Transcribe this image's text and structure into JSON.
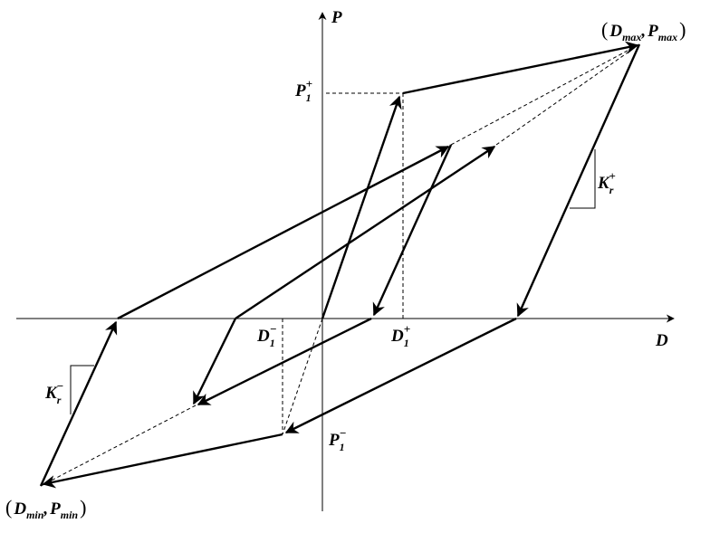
{
  "labels": {
    "axis_p": "P",
    "axis_d": "D",
    "p1_plus_base": "P",
    "p1_plus_sub": "1",
    "p1_plus_sup": "+",
    "p1_minus_base": "P",
    "p1_minus_sub": "1",
    "p1_minus_sup": "−",
    "d1_plus_base": "D",
    "d1_plus_sub": "1",
    "d1_plus_sup": "+",
    "d1_minus_base": "D",
    "d1_minus_sub": "1",
    "d1_minus_sup": "−",
    "kr_plus_base": "K",
    "kr_plus_sub": "r",
    "kr_plus_sup": "+",
    "kr_minus_base": "K",
    "kr_minus_sub": "r",
    "kr_minus_sup": "−",
    "max_open": "(",
    "max_d": "D",
    "max_d_sub": "max",
    "max_comma": ",",
    "max_p": "P",
    "max_p_sub": "max",
    "max_close": ")",
    "min_open": "(",
    "min_d": "D",
    "min_d_sub": "min",
    "min_comma": ",",
    "min_p": "P",
    "min_p_sub": "min",
    "min_close": ")"
  },
  "colors": {
    "stroke": "#000000",
    "background": "#ffffff"
  }
}
